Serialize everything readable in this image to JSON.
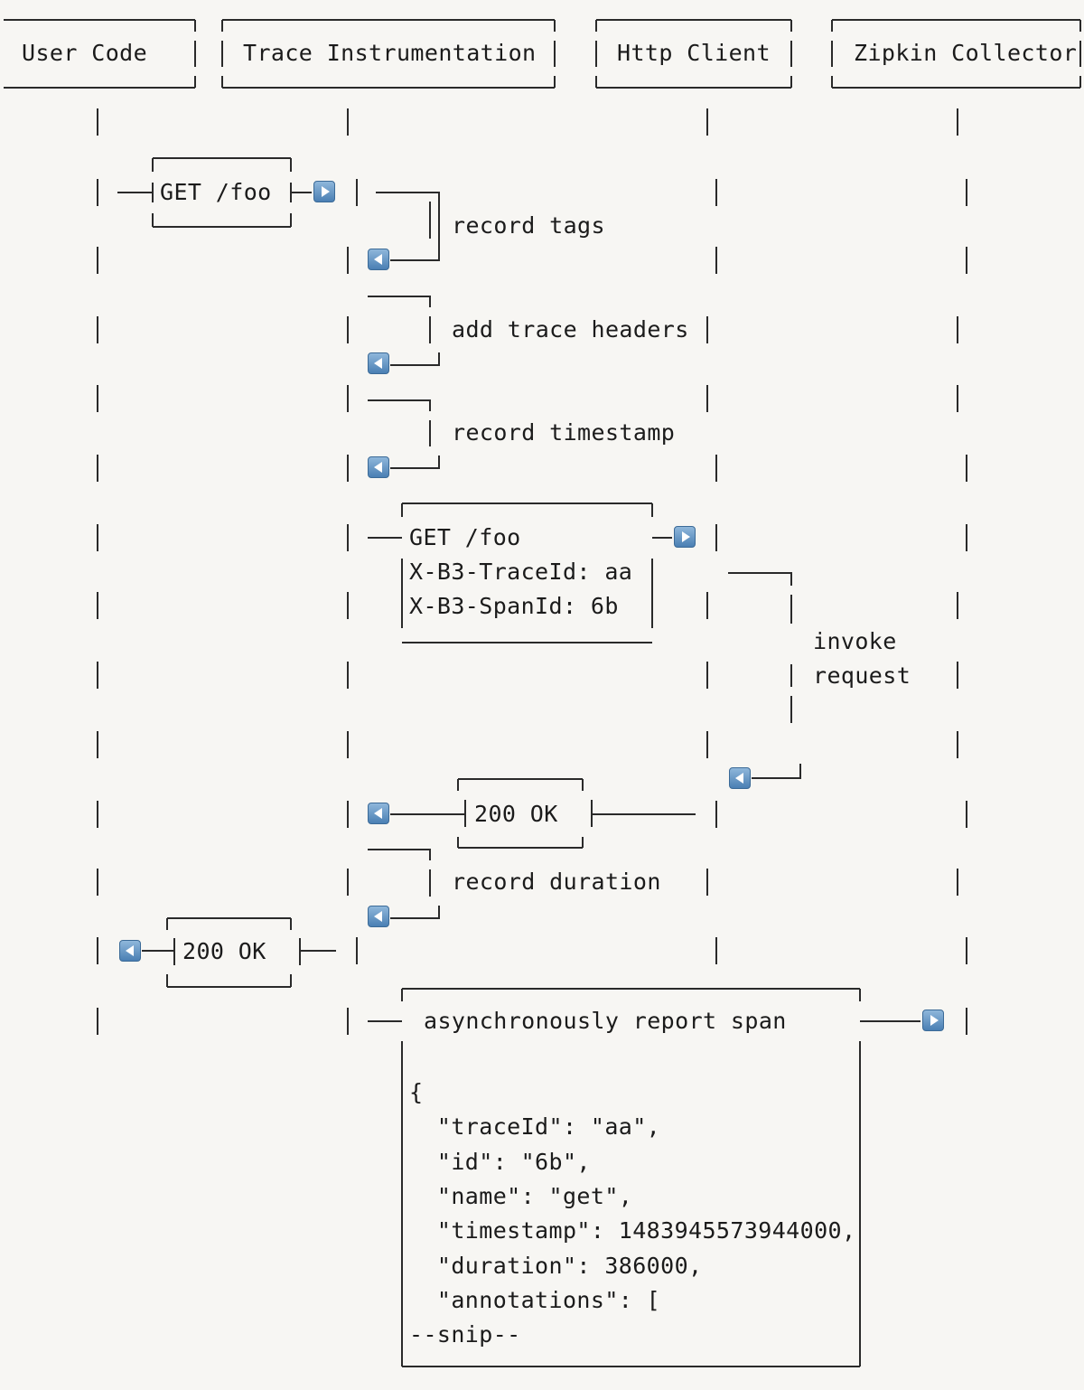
{
  "participants": [
    {
      "label": "User Code"
    },
    {
      "label": "Trace Instrumentation"
    },
    {
      "label": "Http Client"
    },
    {
      "label": "Zipkin Collector"
    }
  ],
  "messages": {
    "get_foo": "GET /foo",
    "record_tags": "record tags",
    "add_trace_headers": "add trace headers",
    "record_timestamp": "record timestamp",
    "request_lines": [
      "GET /foo",
      "X-B3-TraceId: aa",
      "X-B3-SpanId: 6b"
    ],
    "invoke_lines": [
      "invoke",
      "request"
    ],
    "ok_response": "200 OK",
    "record_duration": "record duration",
    "ok_response_user": "200 OK",
    "report_span": "asynchronously report span"
  },
  "span_json": [
    "{",
    "  \"traceId\": \"aa\",",
    "  \"id\": \"6b\",",
    "  \"name\": \"get\",",
    "  \"timestamp\": 1483945573944000,",
    "  \"duration\": 386000,",
    "  \"annotations\": [",
    "--snip--"
  ]
}
